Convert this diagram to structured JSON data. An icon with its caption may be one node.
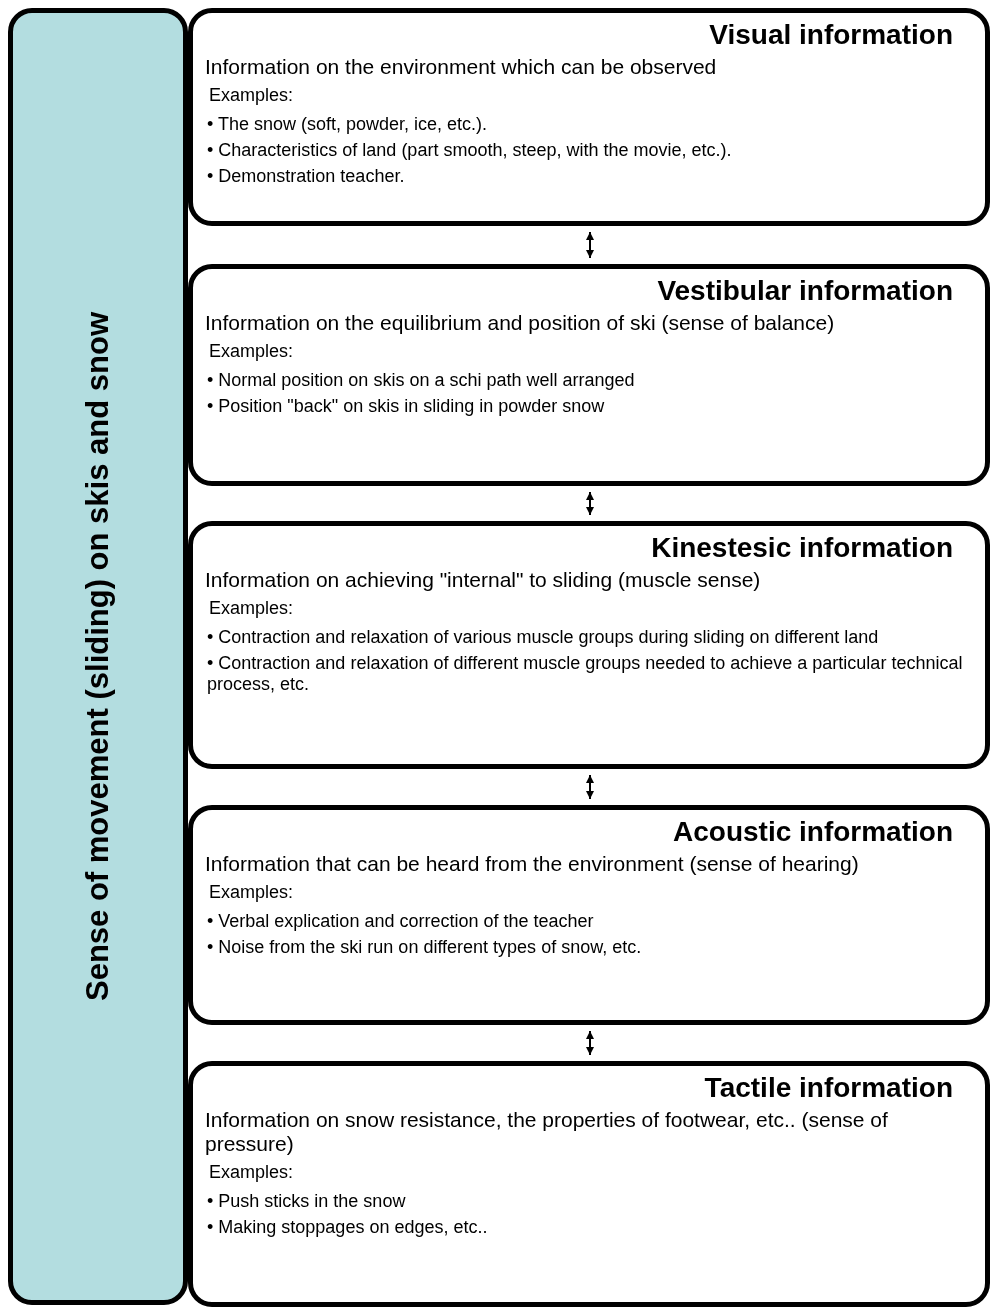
{
  "diagram": {
    "nodes": [
      {
        "text": [
          "Sense of movement (sliding) on skis and snow"
        ]
      },
      {
        "text": [
          "Visual information",
          "Information on the environment which can be observed",
          "Examples:",
          "• The snow (soft, powder, ice, etc.).",
          "• Characteristics of land (part smooth, steep, with the movie, etc.).",
          "• Demonstration teacher."
        ]
      },
      {
        "text": [
          "Vestibular information",
          "Information on the equilibrium and position of ski (sense of balance)",
          "Examples:",
          "• Normal position on skis on a schi path well arranged",
          "• Position \"back\" on skis in sliding in powder snow"
        ]
      },
      {
        "text": [
          "Kinestesic information",
          "Information on achieving \"internal\" to sliding (muscle sense)",
          "Examples:",
          "• Contraction and relaxation of various muscle groups during sliding on different land",
          "• Contraction and relaxation of different muscle groups needed to achieve a particular technical process, etc."
        ]
      },
      {
        "text": [
          "Acoustic information",
          "Information that can be heard from the environment (sense of hearing)",
          "Examples:",
          "• Verbal explication and correction of the teacher",
          "• Noise from the ski run on different types of snow, etc."
        ]
      },
      {
        "text": [
          "Tactile information",
          "Information on snow resistance, the properties of footwear, etc.. (sense of pressure)",
          "Examples:",
          "• Push sticks in the snow",
          "• Making stoppages on edges, etc.."
        ]
      }
    ],
    "edges": [
      {
        "from": 1,
        "to": 2,
        "arrow": "both"
      },
      {
        "from": 2,
        "to": 3,
        "arrow": "both"
      },
      {
        "from": 3,
        "to": 4,
        "arrow": "both"
      },
      {
        "from": 4,
        "to": 5,
        "arrow": "both"
      }
    ]
  }
}
